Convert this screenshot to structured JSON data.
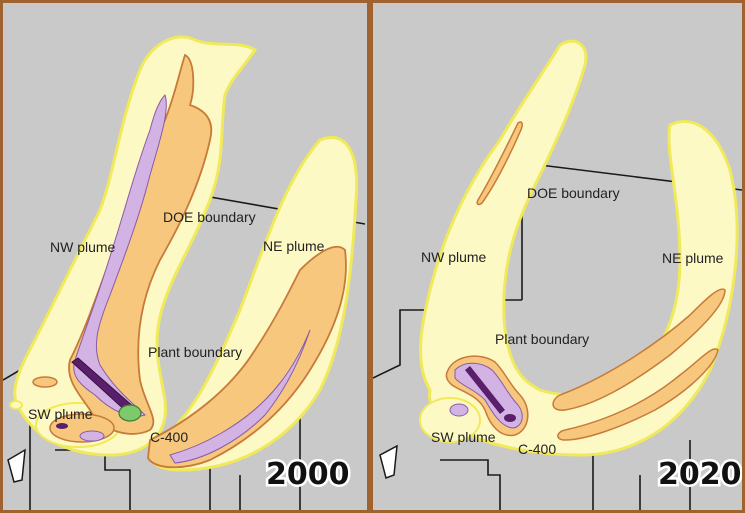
{
  "panels": [
    {
      "year": "2000",
      "labels": {
        "doe_boundary": "DOE boundary",
        "nw_plume": "NW plume",
        "ne_plume": "NE plume",
        "plant_boundary": "Plant boundary",
        "sw_plume": "SW plume",
        "c400": "C-400"
      }
    },
    {
      "year": "2020",
      "labels": {
        "doe_boundary": "DOE boundary",
        "nw_plume": "NW plume",
        "ne_plume": "NE plume",
        "plant_boundary": "Plant boundary",
        "sw_plume": "SW plume",
        "c400": "C-400"
      }
    }
  ],
  "colors": {
    "frame": "#a0632f",
    "background": "#c9c9c9",
    "plume_light": "#fdf9c5",
    "plume_outline": "#f0ea5a",
    "plume_orange": "#f6c77c",
    "plume_orange_outline": "#c77a3a",
    "plume_lavender": "#d2b3e3",
    "plume_purple": "#5a1f6a",
    "c400_green": "#7ec96b",
    "boundary_line": "#1a1a1a"
  }
}
